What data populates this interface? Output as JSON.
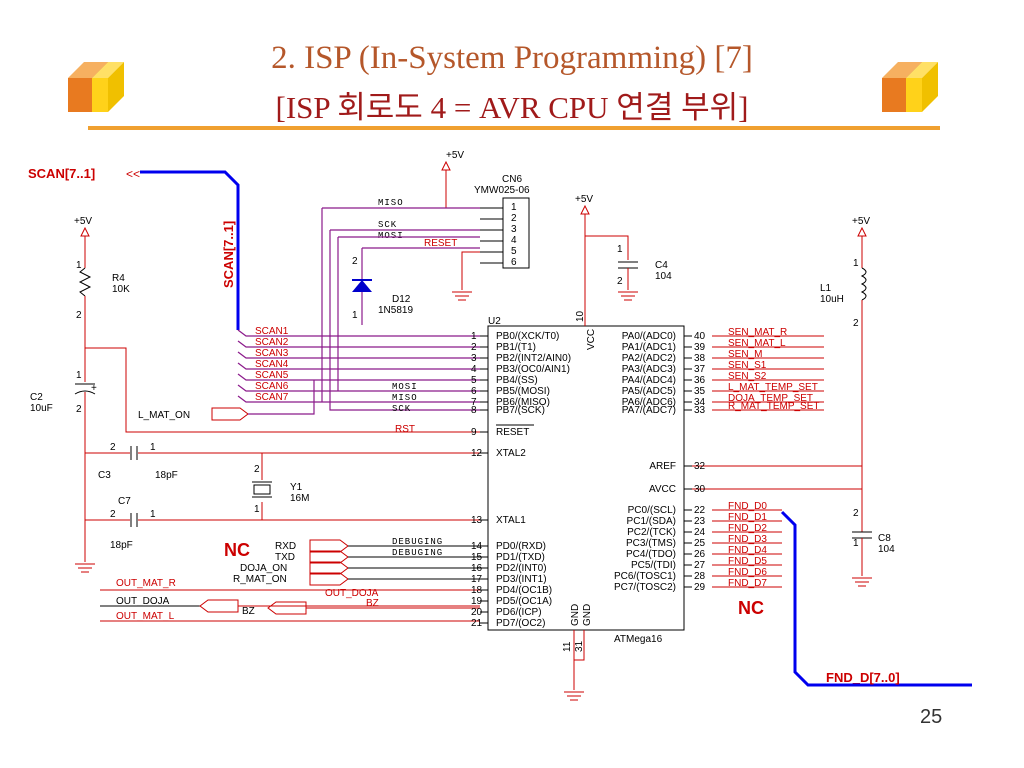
{
  "title_line1": "2. ISP (In-System Programming) [7]",
  "title_line2": "[ISP 회로도 4 = AVR CPU 연결 부위]",
  "page_number": "25",
  "bus_scan": "SCAN[7..1]",
  "bus_scan_vertical": "SCAN[7..1]",
  "bus_fnd": "FND_D[7..0]",
  "nc_left": "NC",
  "nc_right": "NC",
  "power": "+5V",
  "vcc": "VCC",
  "connector": {
    "ref": "CN6",
    "part": "YMW025-06",
    "pins": [
      "1",
      "2",
      "3",
      "4",
      "5",
      "6"
    ],
    "nets": [
      "MISO",
      "SCK",
      "MOSI",
      "RESET"
    ]
  },
  "cap_c4": {
    "ref": "C4",
    "val": "104",
    "p1": "1",
    "p2": "2"
  },
  "diode": {
    "ref": "D12",
    "part": "1N5819",
    "p1": "2",
    "p2": "1"
  },
  "r4": {
    "ref": "R4",
    "val": "10K",
    "p1": "1",
    "p2": "2"
  },
  "c2": {
    "ref": "C2",
    "val": "10uF",
    "p1": "1",
    "p2": "2",
    "plus": "+"
  },
  "l1": {
    "ref": "L1",
    "val": "10uH",
    "p1": "1",
    "p2": "2"
  },
  "c8": {
    "ref": "C8",
    "val": "104",
    "p1": "2",
    "p2": "1"
  },
  "c3": {
    "ref": "C3",
    "val": "18pF",
    "p1": "2",
    "p2": "1"
  },
  "c7": {
    "ref": "C7",
    "val": "18pF",
    "p1": "2",
    "p2": "1"
  },
  "y1": {
    "ref": "Y1",
    "val": "16M",
    "p1": "2",
    "p2": "1"
  },
  "mcu": {
    "ref": "U2",
    "part": "ATMega16",
    "vcc_pin": "10",
    "gnd_pins": [
      "11",
      "31"
    ],
    "gnd": "GND",
    "left_pins": [
      {
        "num": "1",
        "name": "PB0/(XCK/T0)",
        "net": "SCAN1"
      },
      {
        "num": "2",
        "name": "PB1/(T1)",
        "net": "SCAN2"
      },
      {
        "num": "3",
        "name": "PB2/(INT2/AIN0)",
        "net": "SCAN3"
      },
      {
        "num": "4",
        "name": "PB3/(OC0/AIN1)",
        "net": "SCAN4"
      },
      {
        "num": "5",
        "name": "PB4/(SS)",
        "net": "SCAN5"
      },
      {
        "num": "6",
        "name": "PB5/(MOSI)",
        "net": "SCAN6"
      },
      {
        "num": "7",
        "name": "PB6/(MISO)",
        "net": "SCAN7"
      },
      {
        "num": "8",
        "name": "PB7/(SCK)",
        "net": ""
      },
      {
        "num": "9",
        "name": "RESET",
        "net": "RST"
      },
      {
        "num": "12",
        "name": "XTAL2",
        "net": ""
      },
      {
        "num": "13",
        "name": "XTAL1",
        "net": ""
      },
      {
        "num": "14",
        "name": "PD0/(RXD)",
        "net": "DEBUGING"
      },
      {
        "num": "15",
        "name": "PD1/(TXD)",
        "net": "DEBUGING"
      },
      {
        "num": "16",
        "name": "PD2/(INT0)",
        "net": ""
      },
      {
        "num": "17",
        "name": "PD3/(INT1)",
        "net": ""
      },
      {
        "num": "18",
        "name": "PD4/(OC1B)",
        "net": ""
      },
      {
        "num": "19",
        "name": "PD5/(OC1A)",
        "net": "OUT_DOJA"
      },
      {
        "num": "20",
        "name": "PD6/(ICP)",
        "net": "BZ"
      },
      {
        "num": "21",
        "name": "PD7/(OC2)",
        "net": ""
      }
    ],
    "right_pins": [
      {
        "num": "40",
        "name": "PA0/(ADC0)",
        "net": "SEN_MAT_R"
      },
      {
        "num": "39",
        "name": "PA1/(ADC1)",
        "net": "SEN_MAT_L"
      },
      {
        "num": "38",
        "name": "PA2/(ADC2)",
        "net": "SEN_M"
      },
      {
        "num": "37",
        "name": "PA3/(ADC3)",
        "net": "SEN_S1"
      },
      {
        "num": "36",
        "name": "PA4/(ADC4)",
        "net": "SEN_S2"
      },
      {
        "num": "35",
        "name": "PA5/(ADC5)",
        "net": "L_MAT_TEMP_SET"
      },
      {
        "num": "34",
        "name": "PA6/(ADC6)",
        "net": "DOJA_TEMP_SET"
      },
      {
        "num": "33",
        "name": "PA7/(ADC7)",
        "net": "R_MAT_TEMP_SET"
      },
      {
        "num": "32",
        "name": "AREF",
        "net": ""
      },
      {
        "num": "30",
        "name": "AVCC",
        "net": ""
      },
      {
        "num": "22",
        "name": "PC0/(SCL)",
        "net": "FND_D0"
      },
      {
        "num": "23",
        "name": "PC1/(SDA)",
        "net": "FND_D1"
      },
      {
        "num": "24",
        "name": "PC2/(TCK)",
        "net": "FND_D2"
      },
      {
        "num": "25",
        "name": "PC3/(TMS)",
        "net": "FND_D3"
      },
      {
        "num": "26",
        "name": "PC4/(TDO)",
        "net": "FND_D4"
      },
      {
        "num": "27",
        "name": "PC5/(TDI)",
        "net": "FND_D5"
      },
      {
        "num": "28",
        "name": "PC6/(TOSC1)",
        "net": "FND_D6"
      },
      {
        "num": "29",
        "name": "PC7/(TOSC2)",
        "net": "FND_D7"
      }
    ]
  },
  "left_nets": {
    "l_mat_on": "L_MAT_ON",
    "rxd": "RXD",
    "txd": "TXD",
    "doja_on": "DOJA_ON",
    "r_mat_on": "R_MAT_ON",
    "out_mat_r": "OUT_MAT_R",
    "out_doja": "OUT_DOJA",
    "out_mat_l": "OUT_MAT_L",
    "bz": "BZ",
    "mosi": "MOSI",
    "miso": "MISO",
    "sck": "SCK"
  }
}
